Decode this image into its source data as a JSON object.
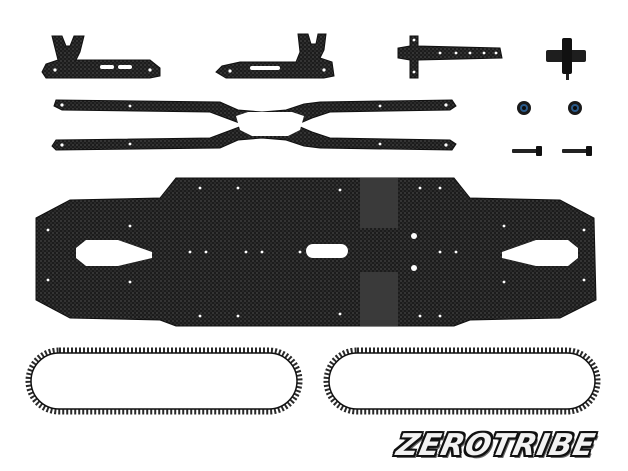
{
  "brand": {
    "logo_text": "ZEROTRIBE"
  },
  "colors": {
    "background": "#ffffff",
    "carbon": "#1c1c1c",
    "carbon_pattern": "#333333",
    "pad": "#3a3a3a",
    "belt": "#2a2a2a",
    "bearing_blue": "#2a5a8a"
  },
  "parts": [
    "bulkhead-left",
    "bulkhead-right",
    "steering-plate",
    "spool-shaft",
    "bearing-left",
    "bearing-right",
    "screw-left",
    "screw-right",
    "top-deck",
    "main-chassis",
    "belt-left",
    "belt-right"
  ]
}
